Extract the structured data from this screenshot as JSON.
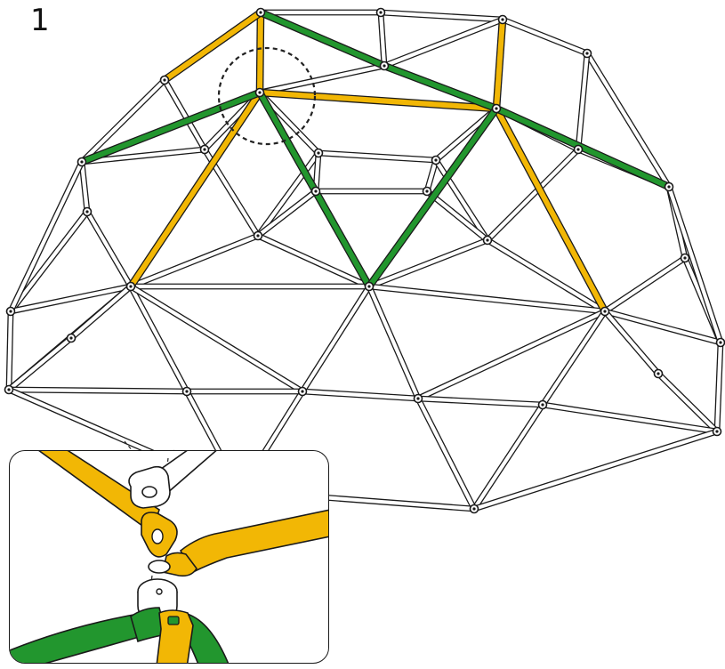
{
  "step": {
    "number": "1"
  },
  "colors": {
    "outline": "#1a1a1a",
    "tube_fill": "#ffffff",
    "yellow": "#f2b705",
    "green": "#22962e",
    "dashed": "#222222"
  },
  "icons": {
    "callout": "dashed-circle-callout",
    "detail": "connector-detail-inset",
    "bolt": "bolt-cap",
    "bracket": "tube-bracket"
  }
}
